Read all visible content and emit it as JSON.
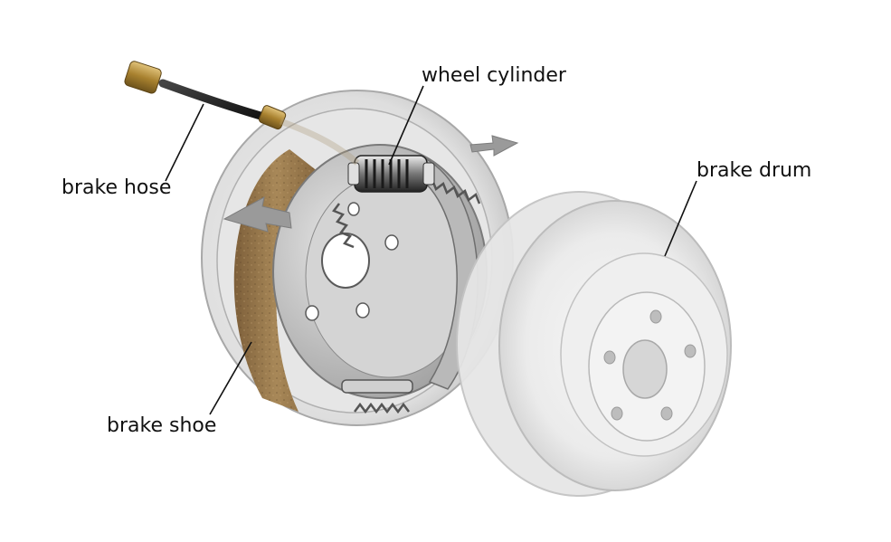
{
  "labels": {
    "wheel_cylinder": "wheel cylinder",
    "brake_hose": "brake hose",
    "brake_drum": "brake drum",
    "brake_shoe": "brake shoe"
  },
  "colors": {
    "leader": "#111111",
    "lining": "#9a7a52",
    "metal": "#c9c9c9",
    "hose": "#2a2a2a",
    "brass": "#b08a3a",
    "arrow": "#9a9a9a"
  }
}
